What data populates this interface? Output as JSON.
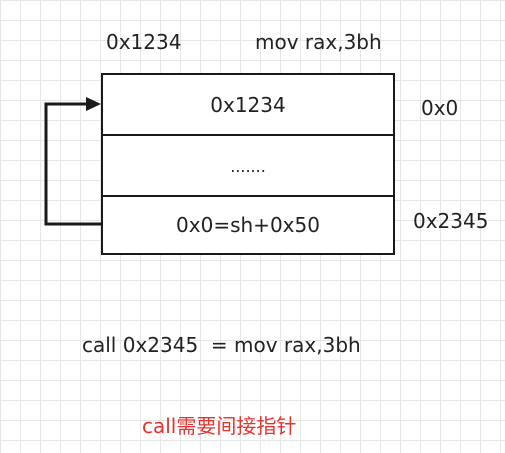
{
  "top_labels": {
    "address": "0x1234",
    "instruction": "mov rax,3bh"
  },
  "memory_cells": [
    {
      "content": "0x1234",
      "address": "0x0"
    },
    {
      "content": ".......",
      "address": ""
    },
    {
      "content": "0x0=sh+0x50",
      "address": "0x2345"
    }
  ],
  "equation": "call 0x2345  = mov rax,3bh",
  "note": "call需要间接指针",
  "colors": {
    "note": "#e8322d",
    "line": "#1a1a1a"
  }
}
